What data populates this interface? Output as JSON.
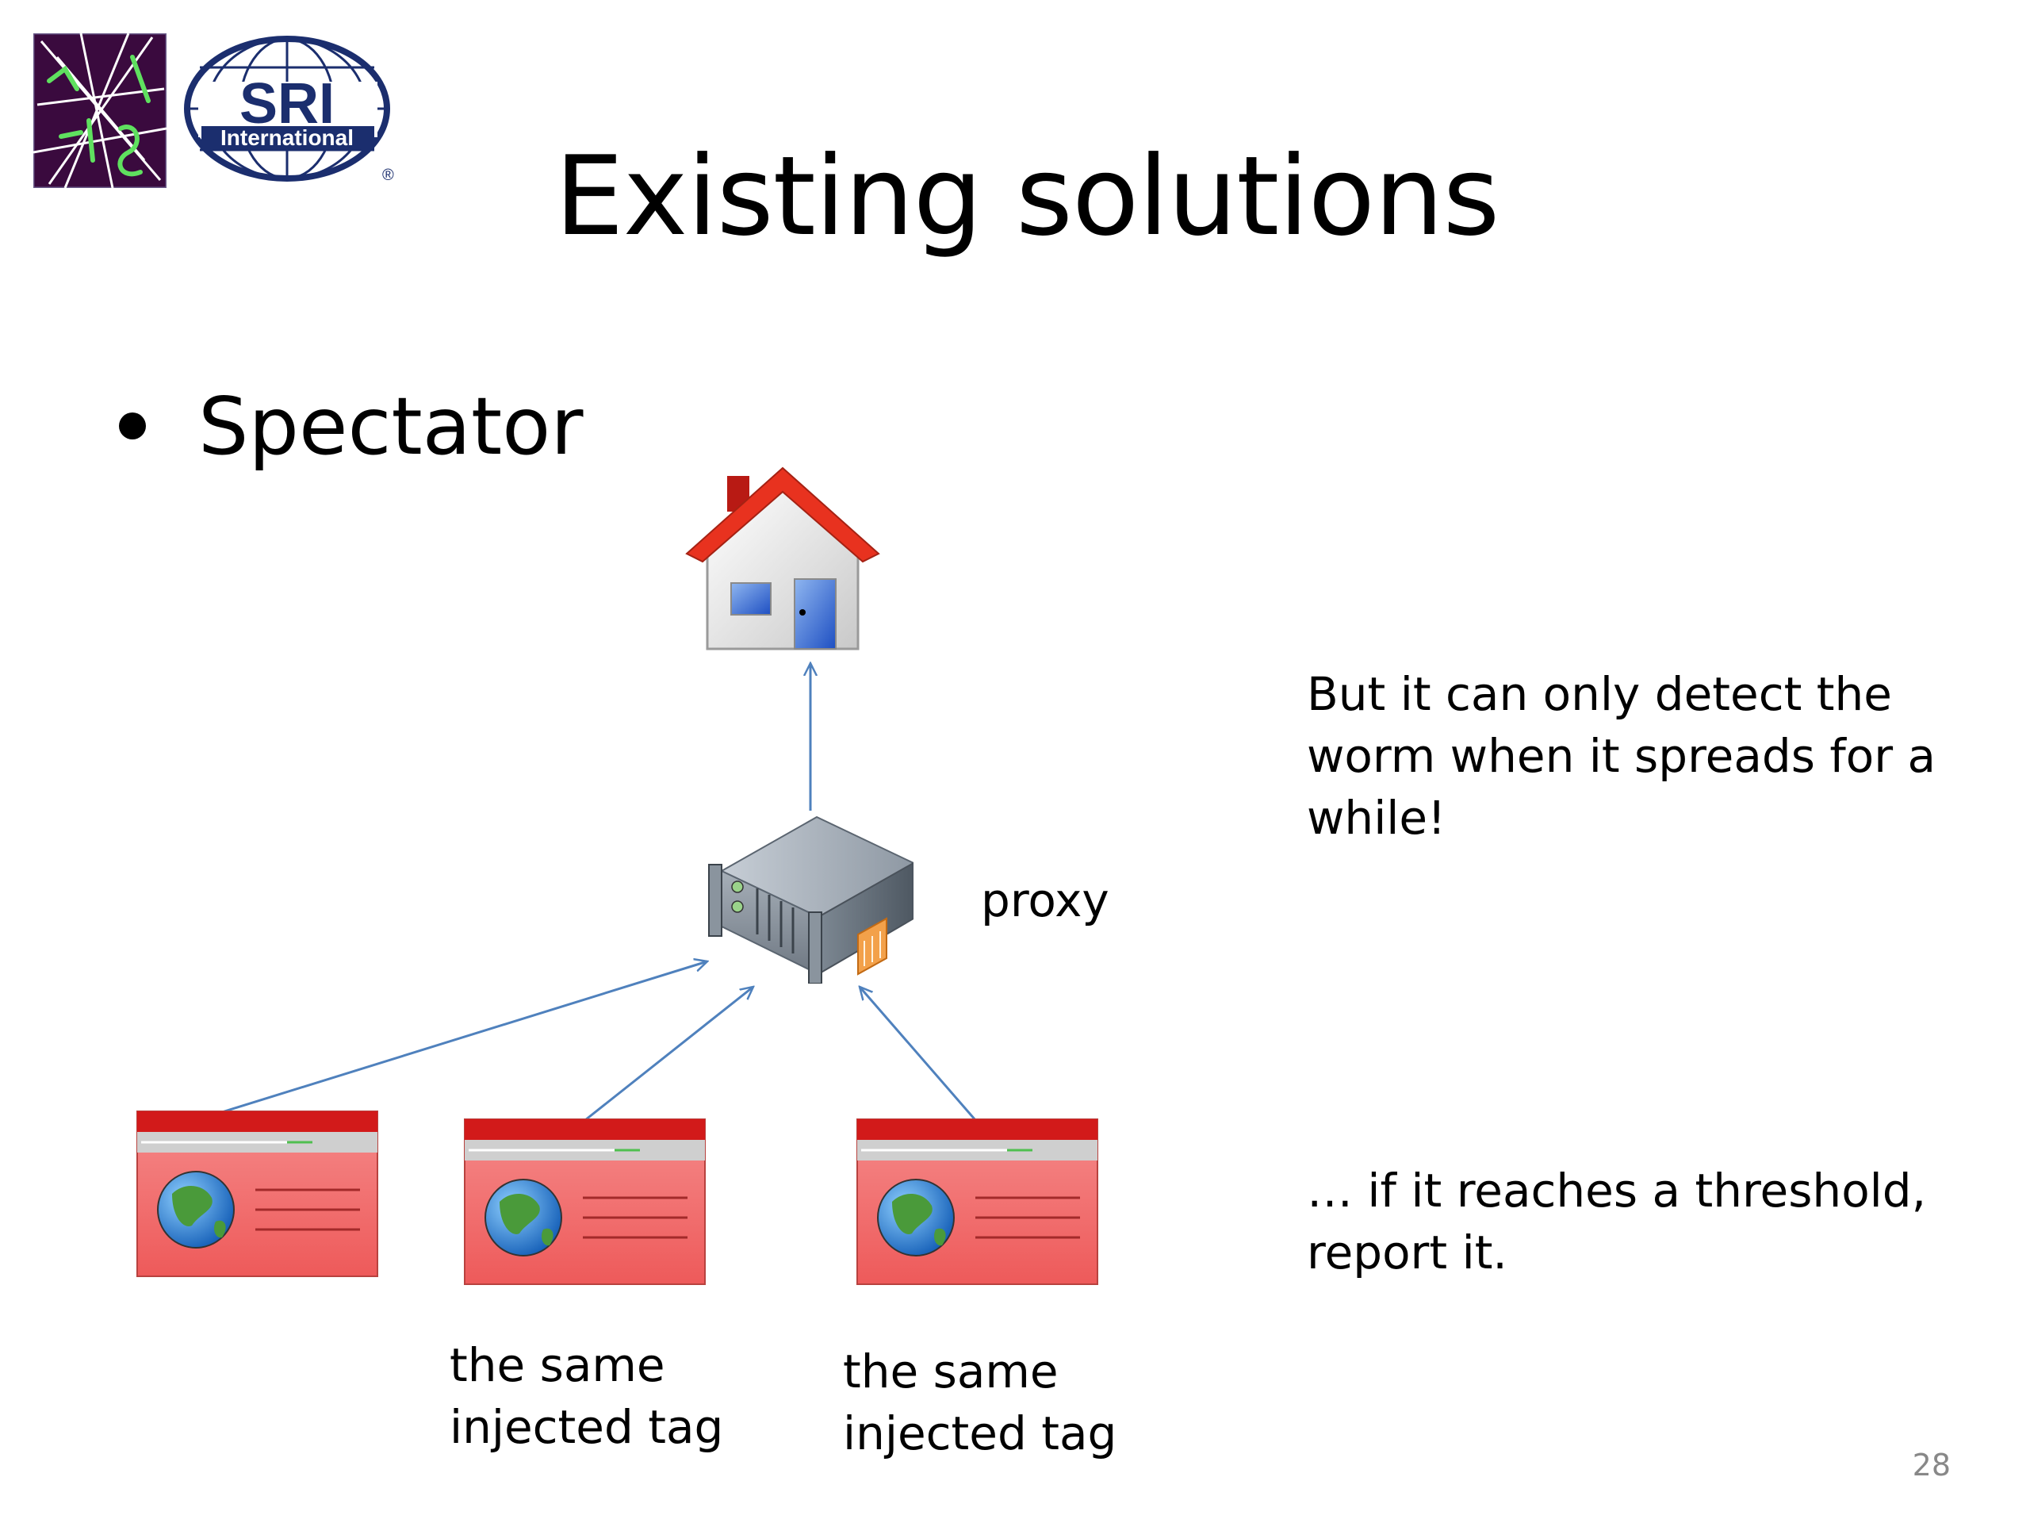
{
  "slide": {
    "title": "Existing solutions",
    "bullets": [
      {
        "text": "Spectator"
      }
    ],
    "page_number": "28"
  },
  "logos": {
    "sri_main": "SRI",
    "sri_sub": "International",
    "sri_registered": "®"
  },
  "diagram": {
    "proxy_label": "proxy",
    "tag_labels": [
      {
        "line1": "the same",
        "line2": "injected tag"
      },
      {
        "line1": "the same",
        "line2": "injected tag"
      }
    ],
    "notes": [
      {
        "lines": [
          "But it can only detect the",
          "worm when it spreads for a",
          "while!"
        ]
      },
      {
        "lines": [
          "…  if it reaches a threshold,",
          "report it."
        ]
      }
    ],
    "icons": {
      "top": "house-icon",
      "middle": "server-icon",
      "bottom": [
        "browser-window-icon",
        "browser-window-icon",
        "browser-window-icon"
      ]
    },
    "colors": {
      "arrow": "#4f81bd",
      "roof": "#e8321f",
      "browser_bar": "#d21a1a",
      "browser_body": "#f26a6a"
    }
  }
}
